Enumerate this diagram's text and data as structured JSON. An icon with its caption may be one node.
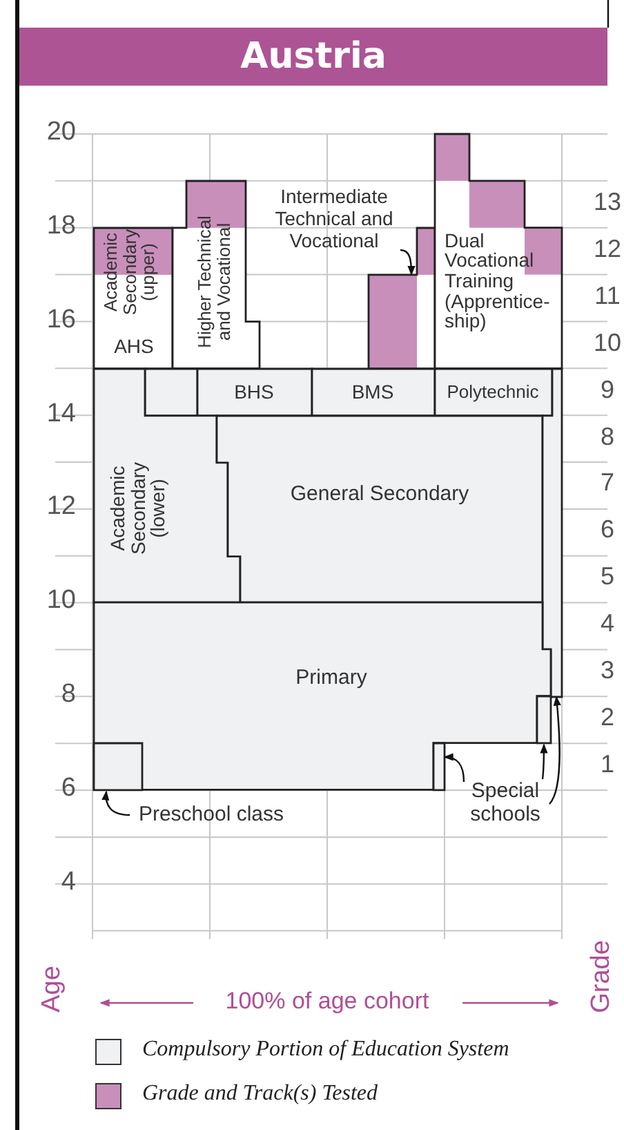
{
  "diagram": {
    "title": "Austria",
    "nodes": [
      {
        "text": [
          "Academic Secondary (upper)",
          "AHS"
        ]
      },
      {
        "text": [
          "Higher Technical and Vocational"
        ]
      },
      {
        "text": [
          "Intermediate Technical and Vocational"
        ]
      },
      {
        "text": [],
        "shape": "box"
      },
      {
        "text": [
          "Dual Vocational Training (Apprentice-ship)"
        ]
      },
      {
        "text": [],
        "shape": "box"
      },
      {
        "text": [
          "BHS"
        ]
      },
      {
        "text": [
          "BMS"
        ]
      },
      {
        "text": [
          "Polytechnic"
        ]
      },
      {
        "text": [
          "Academic Secondary (lower)"
        ]
      },
      {
        "text": [
          "General Secondary"
        ]
      },
      {
        "text": [],
        "shape": "box"
      },
      {
        "text": [
          "Primary"
        ]
      },
      {
        "text": [],
        "shape": "box",
        "in": 12
      },
      {
        "text": [],
        "shape": "box"
      },
      {
        "text": [],
        "shape": "box"
      },
      {
        "text": [
          "Preschool class"
        ]
      },
      {
        "text": [
          "Special schools"
        ]
      }
    ],
    "edges": [
      {
        "from": 2,
        "to": 3,
        "arrow": "to"
      },
      {
        "from": 16,
        "to": 13,
        "arrow": "to"
      },
      {
        "from": 17,
        "to": 14,
        "arrow": "to"
      },
      {
        "from": 17,
        "to": 15,
        "arrow": "to"
      },
      {
        "from": 17,
        "to": 11,
        "arrow": "to"
      }
    ],
    "labels": [
      "20",
      "18",
      "16",
      "14",
      "12",
      "10",
      "8",
      "6",
      "4",
      "13",
      "12",
      "11",
      "10",
      "9",
      "8",
      "7",
      "6",
      "5",
      "4",
      "3",
      "2",
      "1",
      "Age",
      "100% of age cohort",
      "Grade"
    ],
    "legend": [
      {
        "text": "Compulsory Portion of Education System",
        "color": "#f0f1f3"
      },
      {
        "text": "Grade and Track(s) Tested",
        "color": "#c88fbb"
      }
    ]
  }
}
